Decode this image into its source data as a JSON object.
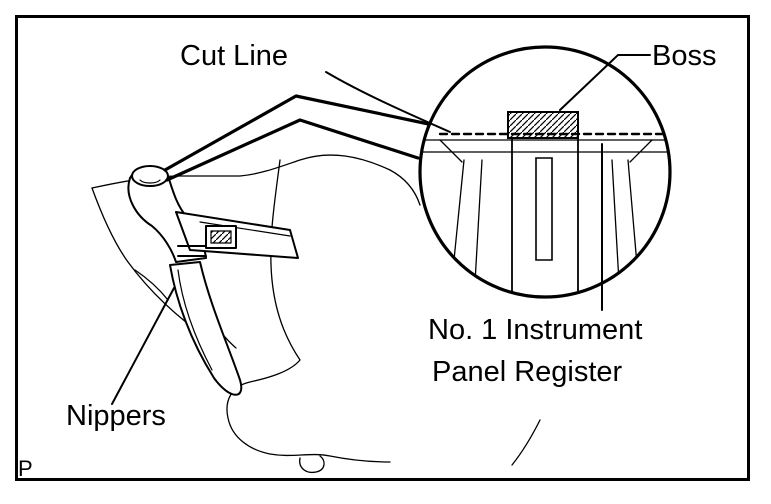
{
  "labels": {
    "cut_line": "Cut Line",
    "boss": "Boss",
    "register_line1": "No. 1 Instrument",
    "register_line2": "Panel Register",
    "nippers": "Nippers",
    "figure_code": "P"
  }
}
